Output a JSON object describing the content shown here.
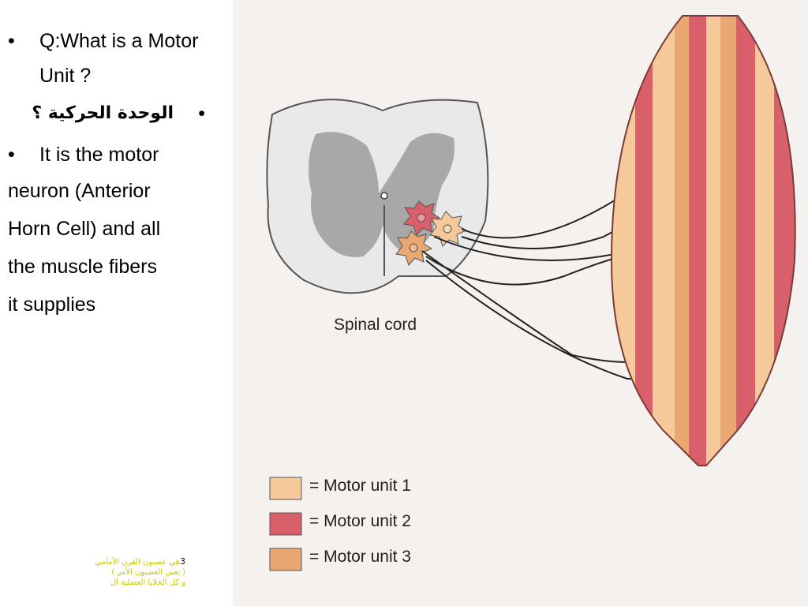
{
  "slide": {
    "bullets": [
      {
        "text": "Q:What is a Motor Unit ?"
      },
      {
        "text": "الوحدة الحركية ؟"
      },
      {
        "text": "It is the motor"
      }
    ],
    "continuation_lines": [
      "neuron (Anterior",
      "Horn Cell) and all",
      "the muscle fibers",
      "it supplies"
    ],
    "footnote": {
      "number": "3",
      "lines": [
        "هي عصبون القرن الأمامي",
        "( يعني العصبون الأمر )",
        "و كل الخلايا العضلية ال"
      ]
    }
  },
  "figure": {
    "spinal_cord_label": "Spinal cord",
    "legend": [
      {
        "label": "= Motor unit 1",
        "color": "#f5c99a"
      },
      {
        "label": "= Motor unit 2",
        "color": "#d9606b"
      },
      {
        "label": "= Motor unit 3",
        "color": "#e9a772"
      }
    ],
    "colors": {
      "unit1": "#f5c99a",
      "unit2": "#d9606b",
      "unit3": "#e9a772",
      "grey_matter": "#a8a8a8",
      "cord": "#e9e9e9"
    }
  }
}
